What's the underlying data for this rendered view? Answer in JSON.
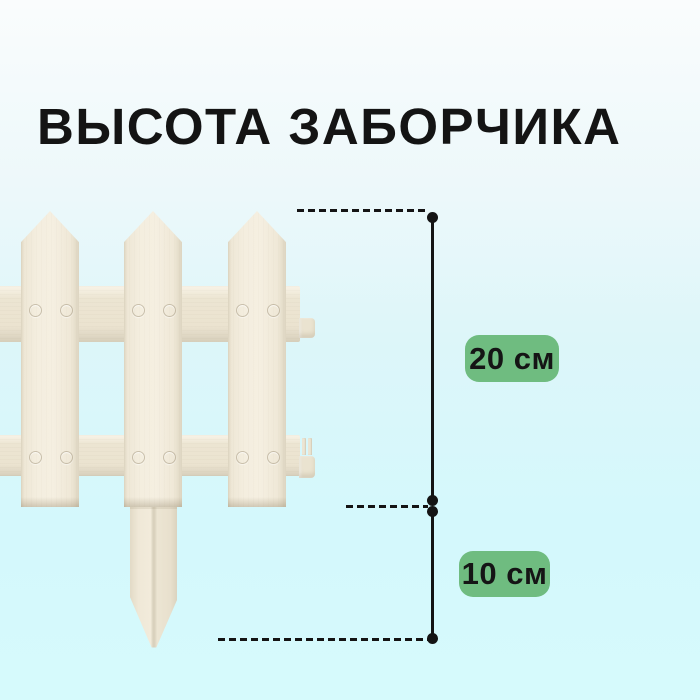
{
  "title": "ВЫСОТА ЗАБОРЧИКА",
  "annotation": {
    "upper": {
      "label": "20 см"
    },
    "lower": {
      "label": "10 см"
    }
  },
  "illustration": {
    "name": "white-picket-fence"
  },
  "colors": {
    "bg_top": "#fafcfd",
    "bg_bottom": "#d4f8fc",
    "fence_face": "#f1ead9",
    "fence_shadow": "#d9d1bd",
    "badge_green": "#6fbc80",
    "ink": "#141414"
  }
}
